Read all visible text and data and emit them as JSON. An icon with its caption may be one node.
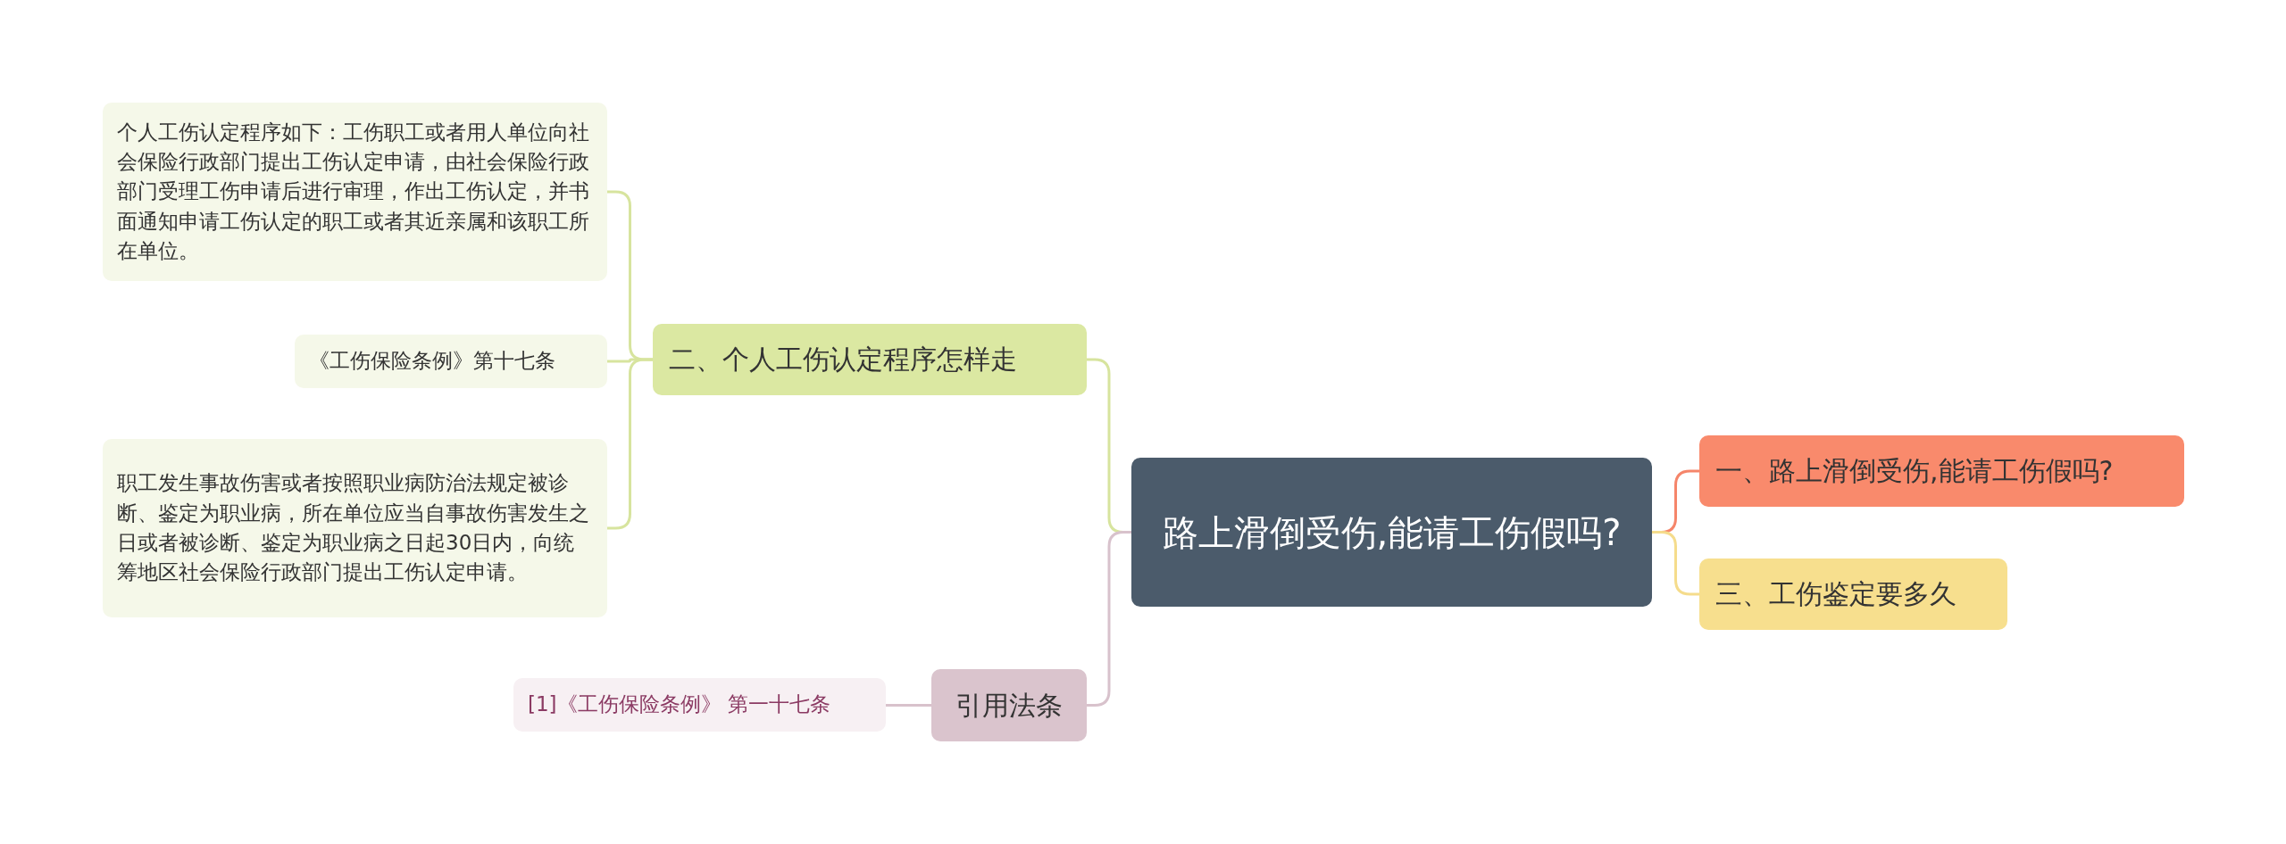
{
  "diagram": {
    "nodes": [
      {
        "text": [
          "路上滑倒受伤,能请工伤假吗?"
        ]
      },
      {
        "text": [
          "一、路上滑倒受伤,能请工伤假吗?"
        ]
      },
      {
        "text": [
          "三、工伤鉴定要多久"
        ]
      },
      {
        "text": [
          "二、个人工伤认定程序怎样走"
        ]
      },
      {
        "text": [
          "个人工伤认定程序如下：工伤职工或者用人单位向社会保险行政部门提出工伤认定申请，由社会保险行政部门受理工伤申请后进行审理，作出工伤认定，并书面通知申请工伤认定的职工或者其近亲属和该职工所在单位。"
        ]
      },
      {
        "text": [
          "《工伤保险条例》第十七条"
        ]
      },
      {
        "text": [
          "职工发生事故伤害或者按照职业病防治法规定被诊断、鉴定为职业病，所在单位应当自事故伤害发生之日或者被诊断、鉴定为职业病之日起30日内，向统筹地区社会保险行政部门提出工伤认定申请。"
        ]
      },
      {
        "text": [
          "引用法条"
        ]
      },
      {
        "text": [
          "[1]《工伤保险条例》 第一十七条"
        ]
      }
    ],
    "edges": [
      {
        "from": 0,
        "to": 1,
        "arrow": "none",
        "color": "#f5856a"
      },
      {
        "from": 0,
        "to": 2,
        "arrow": "none",
        "color": "#f5dc8c"
      },
      {
        "from": 0,
        "to": 3,
        "arrow": "none"
      },
      {
        "from": 3,
        "to": 4,
        "arrow": "none"
      },
      {
        "from": 3,
        "to": 5,
        "arrow": "none"
      },
      {
        "from": 3,
        "to": 6,
        "arrow": "none"
      },
      {
        "from": 0,
        "to": 7,
        "arrow": "none",
        "color": "#d8c2cc"
      },
      {
        "from": 7,
        "to": 8,
        "arrow": "none",
        "color": "#d8c2cc"
      }
    ]
  }
}
